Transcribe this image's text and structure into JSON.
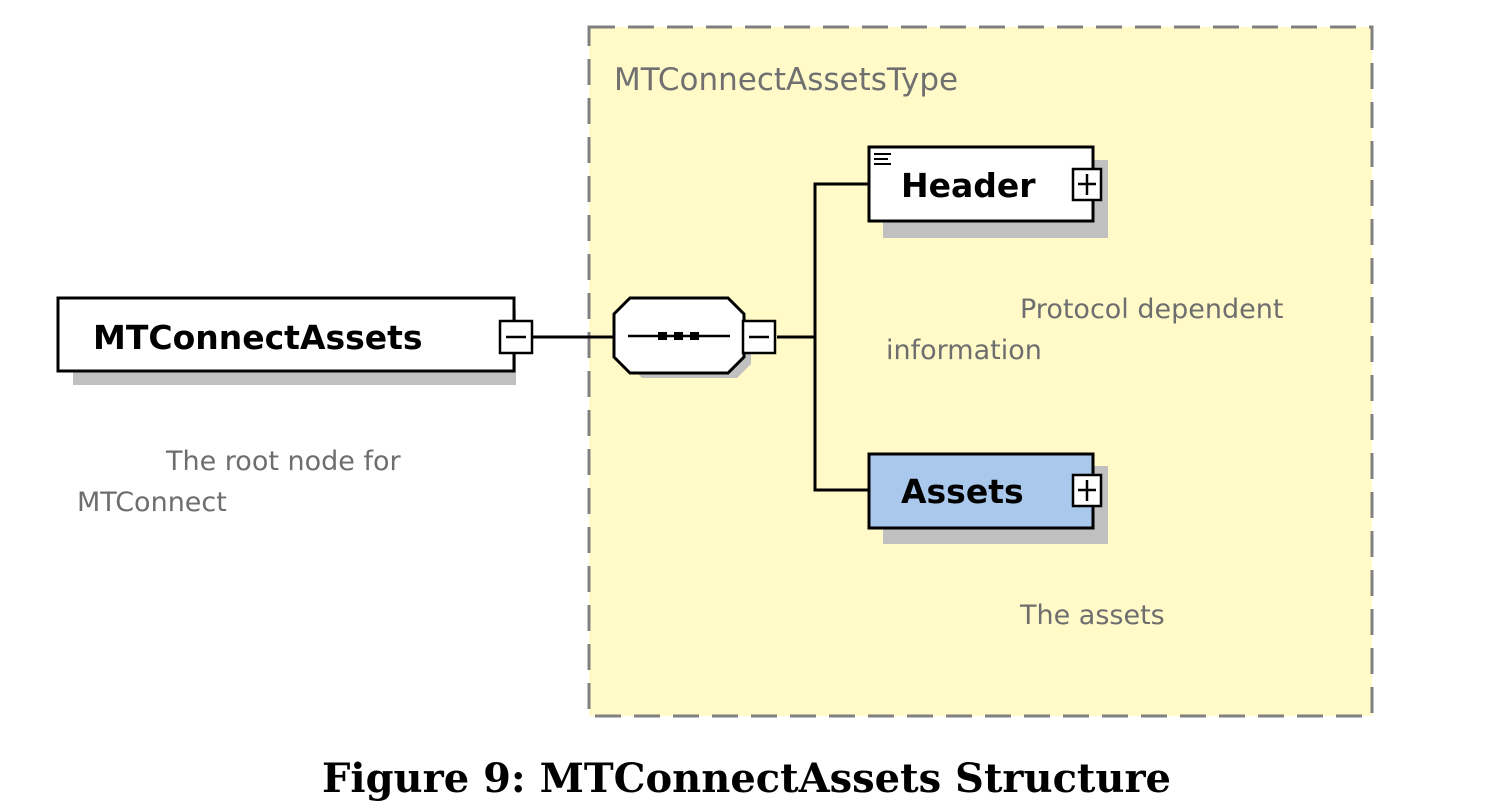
{
  "diagram": {
    "type_box": {
      "label": "MTConnectAssetsType"
    },
    "root": {
      "label": "MTConnectAssets",
      "toggle": "−",
      "doc": [
        "The root node for",
        "MTConnect"
      ]
    },
    "sequence": {
      "toggle": "−"
    },
    "children": [
      {
        "label": "Header",
        "toggle": "+",
        "doc": [
          "Protocol dependent",
          "information"
        ]
      },
      {
        "label": "Assets",
        "toggle": "+",
        "doc": [
          "The assets"
        ]
      }
    ]
  },
  "caption": "Figure 9: MTConnectAssets Structure",
  "colors": {
    "type_box_fill": "#fffac8",
    "type_box_border": "#808080",
    "assets_fill": "#a9c8ec",
    "shadow": "#c0c0c0",
    "doc_text": "#6e6e6e"
  }
}
